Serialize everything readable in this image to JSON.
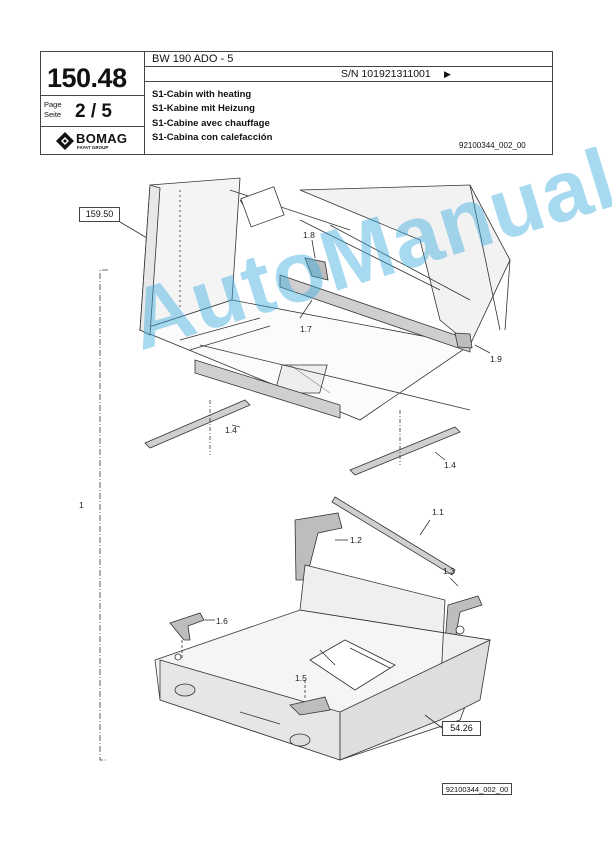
{
  "header": {
    "model": "BW 190 ADO - 5",
    "serial": "S/N 101921311001",
    "serial_arrow": "▶",
    "page_number": "150.48",
    "page_label_en": "Page",
    "page_label_de": "Seite",
    "page_value": "2 / 5",
    "brand": "BOMAG",
    "brand_sub": "FAYAT GROUP",
    "titles": [
      "S1-Cabin with heating",
      "S1-Kabine mit Heizung",
      "S1-Cabine avec chauffage",
      "S1-Cabina con calefacción"
    ],
    "drawing_number": "92100344_002_00"
  },
  "drawing": {
    "ref_top": "159.50",
    "ref_bottom": "54.26",
    "bottom_drawing_number": "92100344_002_00",
    "callouts": [
      "1.8",
      "1.7",
      "1.9",
      "1.4",
      "1.4",
      "1",
      "1.1",
      "1.2",
      "1.3",
      "1.6",
      "1.5"
    ]
  },
  "watermark": "AutoManual"
}
